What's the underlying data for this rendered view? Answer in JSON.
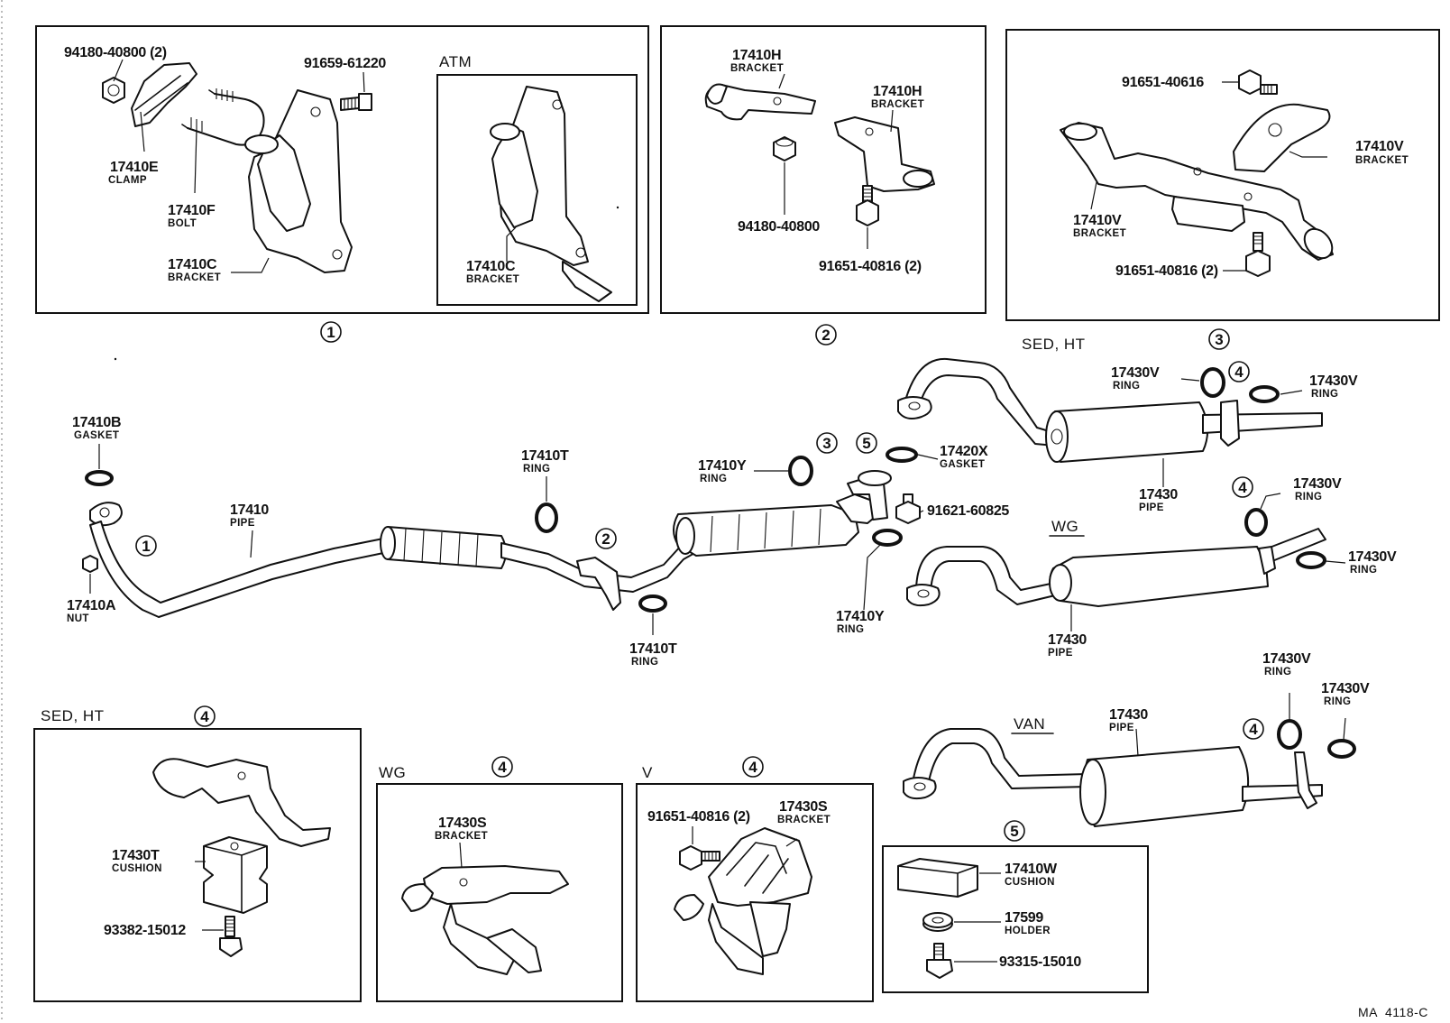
{
  "boxes": {
    "b1": {
      "sub_label": "ATM",
      "labels": {
        "nut": "94180-40800 (2)",
        "bolt_top": "91659-61220",
        "clamp_pn": "17410E",
        "clamp_nm": "CLAMP",
        "bolt_pn": "17410F",
        "bolt_nm": "BOLT",
        "bracket_pn": "17410C",
        "bracket_nm": "BRACKET",
        "atm_bracket_pn": "17410C",
        "atm_bracket_nm": "BRACKET"
      },
      "circle": "1"
    },
    "b2": {
      "labels": {
        "bracket1_pn": "17410H",
        "bracket1_nm": "BRACKET",
        "bracket2_pn": "17410H",
        "bracket2_nm": "BRACKET",
        "nut": "94180-40800",
        "bolt": "91651-40816 (2)"
      },
      "circle": "2"
    },
    "b3": {
      "labels": {
        "bolt_top": "91651-40616",
        "bracket_r_pn": "17410V",
        "bracket_r_nm": "BRACKET",
        "bracket_l_pn": "17410V",
        "bracket_l_nm": "BRACKET",
        "bolt_bottom": "91651-40816 (2)"
      },
      "circle": "3"
    }
  },
  "main": {
    "gasket_pn": "17410B",
    "gasket_nm": "GASKET",
    "nut_pn": "17410A",
    "nut_nm": "NUT",
    "pipe_pn": "17410",
    "pipe_nm": "PIPE",
    "ring1_pn": "17410T",
    "ring1_nm": "RING",
    "ring2_pn": "17410T",
    "ring2_nm": "RING",
    "ring3_pn": "17410Y",
    "ring3_nm": "RING",
    "ring4_pn": "17410Y",
    "ring4_nm": "RING",
    "gasket2_pn": "17420X",
    "gasket2_nm": "GASKET",
    "bolt": "91621-60825",
    "c1": "1",
    "c2": "2",
    "c3": "3",
    "c5": "5"
  },
  "sed_ht_top": {
    "variant": "SED, HT",
    "c3": "3",
    "c4": "4",
    "ring_a_pn": "17430V",
    "ring_a_nm": "RING",
    "ring_b_pn": "17430V",
    "ring_b_nm": "RING",
    "pipe_pn": "17430",
    "pipe_nm": "PIPE"
  },
  "wg_mid": {
    "variant": "WG",
    "c4": "4",
    "ring_a_pn": "17430V",
    "ring_a_nm": "RING",
    "ring_b_pn": "17430V",
    "ring_b_nm": "RING",
    "pipe_pn": "17430",
    "pipe_nm": "PIPE"
  },
  "van": {
    "variant": "VAN",
    "c4": "4",
    "pipe_pn": "17430",
    "pipe_nm": "PIPE",
    "ring_a_pn": "17430V",
    "ring_a_nm": "RING",
    "ring_b_pn": "17430V",
    "ring_b_nm": "RING"
  },
  "bottom": {
    "sed": {
      "variant": "SED, HT",
      "circle": "4",
      "cushion_pn": "17430T",
      "cushion_nm": "CUSHION",
      "bolt": "93382-15012"
    },
    "wg": {
      "variant": "WG",
      "circle": "4",
      "bracket_pn": "17430S",
      "bracket_nm": "BRACKET"
    },
    "v": {
      "variant": "V",
      "circle": "4",
      "bolt": "91651-40816 (2)",
      "bracket_pn": "17430S",
      "bracket_nm": "BRACKET"
    },
    "c5box": {
      "circle": "5",
      "cushion_pn": "17410W",
      "cushion_nm": "CUSHION",
      "holder_pn": "17599",
      "holder_nm": "HOLDER",
      "bolt": "93315-15010"
    }
  },
  "footer": {
    "code": "MA  4118-C"
  }
}
